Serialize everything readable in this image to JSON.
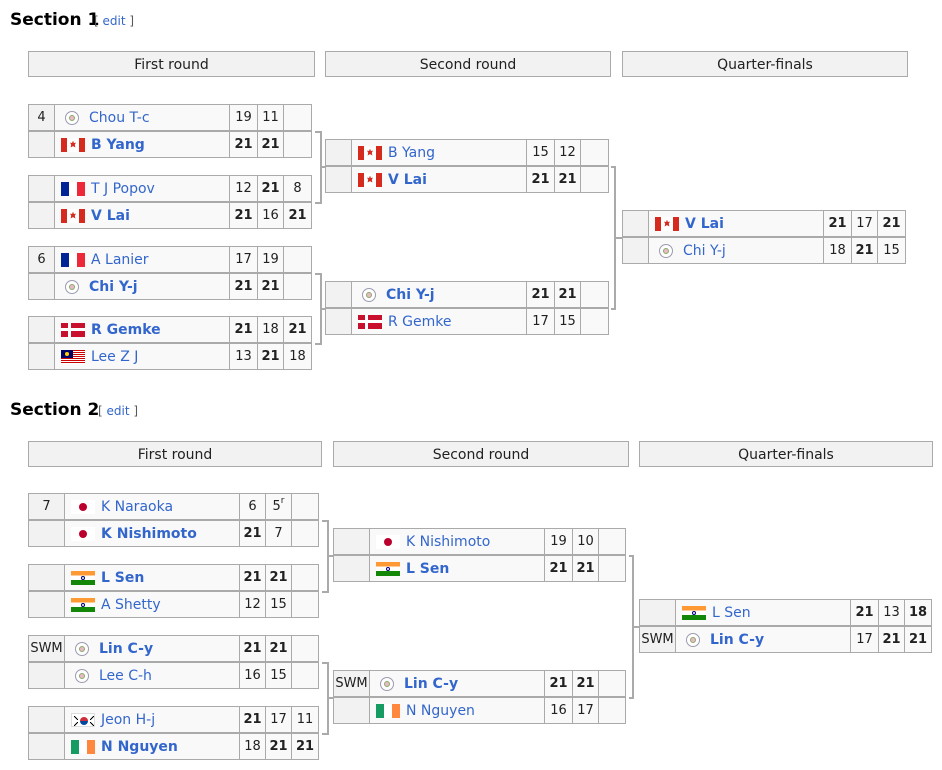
{
  "sections": [
    {
      "title": "Section 1",
      "edit_label": "edit",
      "headers": [
        "First round",
        "Second round",
        "Quarter-finals"
      ],
      "first_round": [
        {
          "rows": [
            {
              "seed": "4",
              "flag": "tpe",
              "name": "Chou T-c",
              "win": false,
              "scores": [
                "19",
                "11",
                ""
              ],
              "wins": [
                false,
                false,
                false
              ]
            },
            {
              "seed": "",
              "flag": "can",
              "name": "B Yang",
              "win": true,
              "scores": [
                "21",
                "21",
                ""
              ],
              "wins": [
                true,
                true,
                false
              ]
            }
          ]
        },
        {
          "rows": [
            {
              "seed": "",
              "flag": "fra",
              "name": "T J Popov",
              "win": false,
              "scores": [
                "12",
                "21",
                "8"
              ],
              "wins": [
                false,
                true,
                false
              ]
            },
            {
              "seed": "",
              "flag": "can",
              "name": "V Lai",
              "win": true,
              "scores": [
                "21",
                "16",
                "21"
              ],
              "wins": [
                true,
                false,
                true
              ]
            }
          ]
        },
        {
          "rows": [
            {
              "seed": "6",
              "flag": "fra",
              "name": "A Lanier",
              "win": false,
              "scores": [
                "17",
                "19",
                ""
              ],
              "wins": [
                false,
                false,
                false
              ]
            },
            {
              "seed": "",
              "flag": "tpe",
              "name": "Chi Y-j",
              "win": true,
              "scores": [
                "21",
                "21",
                ""
              ],
              "wins": [
                true,
                true,
                false
              ]
            }
          ]
        },
        {
          "rows": [
            {
              "seed": "",
              "flag": "den",
              "name": "R Gemke",
              "win": true,
              "scores": [
                "21",
                "18",
                "21"
              ],
              "wins": [
                true,
                false,
                true
              ]
            },
            {
              "seed": "",
              "flag": "mys",
              "name": "Lee Z J",
              "win": false,
              "scores": [
                "13",
                "21",
                "18"
              ],
              "wins": [
                false,
                true,
                false
              ]
            }
          ]
        }
      ],
      "second_round": [
        {
          "rows": [
            {
              "seed": "",
              "flag": "can",
              "name": "B Yang",
              "win": false,
              "scores": [
                "15",
                "12",
                ""
              ],
              "wins": [
                false,
                false,
                false
              ]
            },
            {
              "seed": "",
              "flag": "can",
              "name": "V Lai",
              "win": true,
              "scores": [
                "21",
                "21",
                ""
              ],
              "wins": [
                true,
                true,
                false
              ]
            }
          ]
        },
        {
          "rows": [
            {
              "seed": "",
              "flag": "tpe",
              "name": "Chi Y-j",
              "win": true,
              "scores": [
                "21",
                "21",
                ""
              ],
              "wins": [
                true,
                true,
                false
              ]
            },
            {
              "seed": "",
              "flag": "den",
              "name": "R Gemke",
              "win": false,
              "scores": [
                "17",
                "15",
                ""
              ],
              "wins": [
                false,
                false,
                false
              ]
            }
          ]
        }
      ],
      "quarter_finals": [
        {
          "rows": [
            {
              "seed": "",
              "flag": "can",
              "name": "V Lai",
              "win": true,
              "scores": [
                "21",
                "17",
                "21"
              ],
              "wins": [
                true,
                false,
                true
              ]
            },
            {
              "seed": "",
              "flag": "tpe",
              "name": "Chi Y-j",
              "win": false,
              "scores": [
                "18",
                "21",
                "15"
              ],
              "wins": [
                false,
                true,
                false
              ]
            }
          ]
        }
      ]
    },
    {
      "title": "Section 2",
      "edit_label": "edit",
      "headers": [
        "First round",
        "Second round",
        "Quarter-finals"
      ],
      "first_round": [
        {
          "rows": [
            {
              "seed": "7",
              "flag": "jpn",
              "name": "K Naraoka",
              "win": false,
              "scores": [
                "6",
                "5",
                ""
              ],
              "wins": [
                false,
                false,
                false
              ],
              "retired": true
            },
            {
              "seed": "",
              "flag": "jpn",
              "name": "K Nishimoto",
              "win": true,
              "scores": [
                "21",
                "7",
                ""
              ],
              "wins": [
                true,
                false,
                false
              ]
            }
          ]
        },
        {
          "rows": [
            {
              "seed": "",
              "flag": "ind",
              "name": "L Sen",
              "win": true,
              "scores": [
                "21",
                "21",
                ""
              ],
              "wins": [
                true,
                true,
                false
              ]
            },
            {
              "seed": "",
              "flag": "ind",
              "name": "A Shetty",
              "win": false,
              "scores": [
                "12",
                "15",
                ""
              ],
              "wins": [
                false,
                false,
                false
              ]
            }
          ]
        },
        {
          "rows": [
            {
              "seed": "SWM",
              "flag": "tpe",
              "name": "Lin C-y",
              "win": true,
              "scores": [
                "21",
                "21",
                ""
              ],
              "wins": [
                true,
                true,
                false
              ]
            },
            {
              "seed": "",
              "flag": "tpe",
              "name": "Lee C-h",
              "win": false,
              "scores": [
                "16",
                "15",
                ""
              ],
              "wins": [
                false,
                false,
                false
              ]
            }
          ]
        },
        {
          "rows": [
            {
              "seed": "",
              "flag": "kor",
              "name": "Jeon H-j",
              "win": false,
              "scores": [
                "21",
                "17",
                "11"
              ],
              "wins": [
                true,
                false,
                false
              ]
            },
            {
              "seed": "",
              "flag": "irl",
              "name": "N Nguyen",
              "win": true,
              "scores": [
                "18",
                "21",
                "21"
              ],
              "wins": [
                false,
                true,
                true
              ]
            }
          ]
        }
      ],
      "second_round": [
        {
          "rows": [
            {
              "seed": "",
              "flag": "jpn",
              "name": "K Nishimoto",
              "win": false,
              "scores": [
                "19",
                "10",
                ""
              ],
              "wins": [
                false,
                false,
                false
              ]
            },
            {
              "seed": "",
              "flag": "ind",
              "name": "L Sen",
              "win": true,
              "scores": [
                "21",
                "21",
                ""
              ],
              "wins": [
                true,
                true,
                false
              ]
            }
          ]
        },
        {
          "rows": [
            {
              "seed": "SWM",
              "flag": "tpe",
              "name": "Lin C-y",
              "win": true,
              "scores": [
                "21",
                "21",
                ""
              ],
              "wins": [
                true,
                true,
                false
              ]
            },
            {
              "seed": "",
              "flag": "irl",
              "name": "N Nguyen",
              "win": false,
              "scores": [
                "16",
                "17",
                ""
              ],
              "wins": [
                false,
                false,
                false
              ]
            }
          ]
        }
      ],
      "quarter_finals": [
        {
          "rows": [
            {
              "seed": "",
              "flag": "ind",
              "name": "L Sen",
              "win": false,
              "scores": [
                "21",
                "13",
                "18"
              ],
              "wins": [
                true,
                false,
                true
              ]
            },
            {
              "seed": "SWM",
              "flag": "tpe",
              "name": "Lin C-y",
              "win": true,
              "scores": [
                "17",
                "21",
                "21"
              ],
              "wins": [
                false,
                true,
                true
              ]
            }
          ]
        }
      ]
    }
  ],
  "retired_mark": "r",
  "colors": {
    "link": "#3366cc",
    "header_bg": "#f2f2f2",
    "cell_bg": "#f9f9f9",
    "border": "#aaaaaa"
  }
}
